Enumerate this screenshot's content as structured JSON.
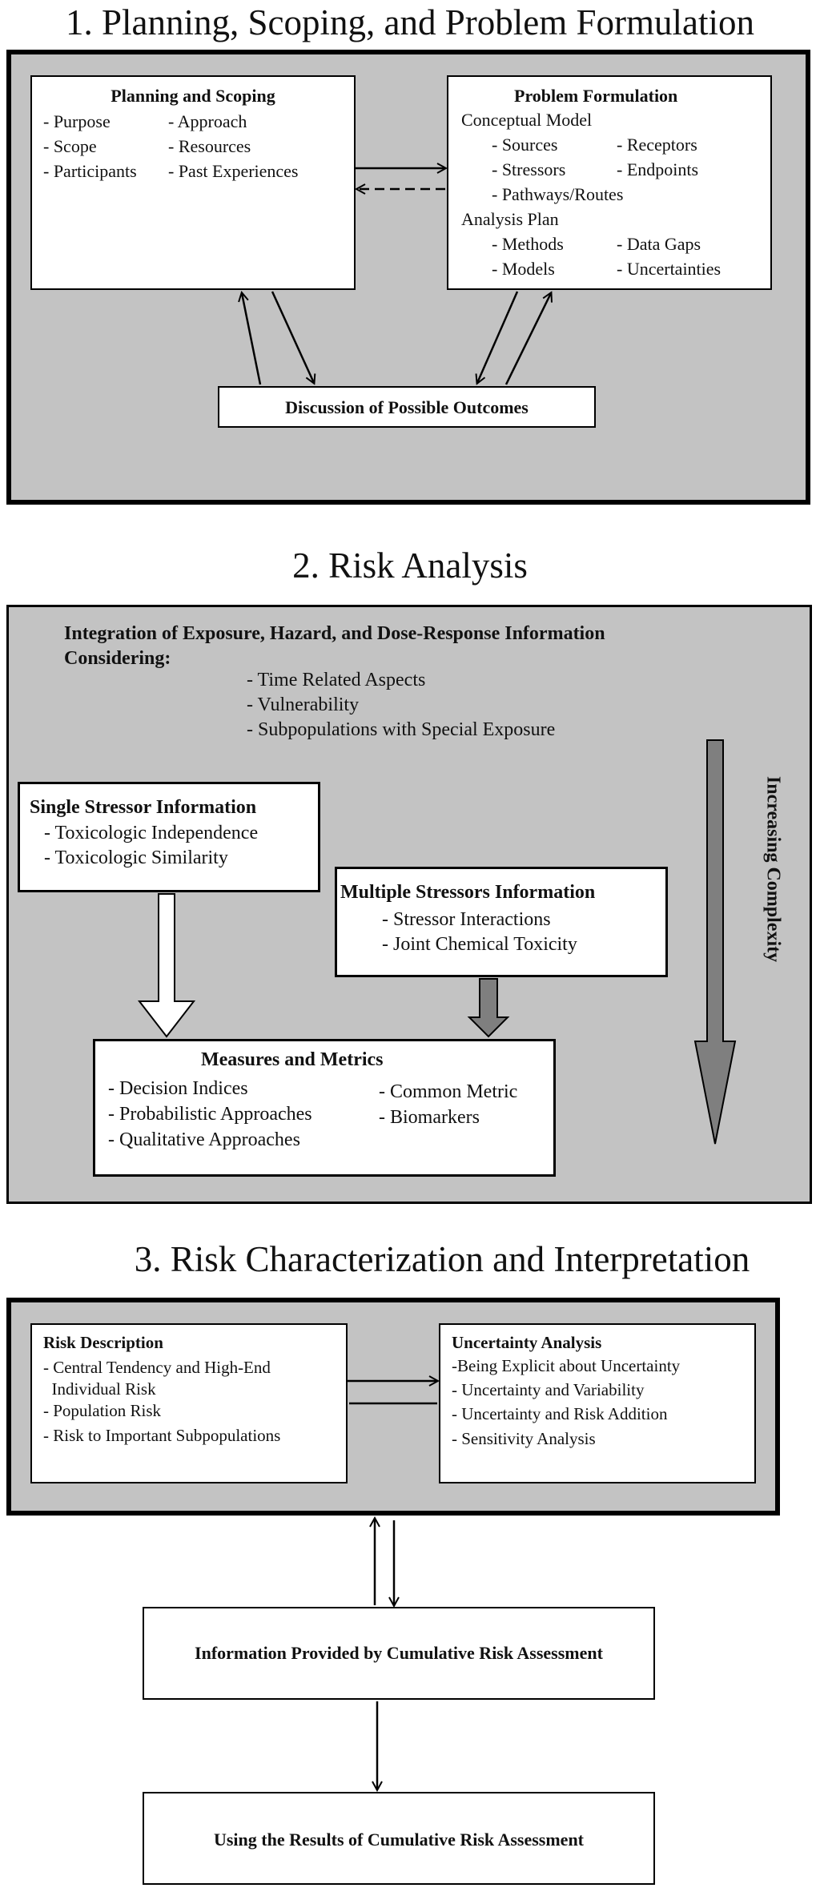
{
  "section1": {
    "heading": "1. Planning, Scoping, and Problem Formulation",
    "planning": {
      "title": "Planning and Scoping",
      "left_items": [
        "- Purpose",
        "- Scope",
        "- Participants"
      ],
      "right_items": [
        "- Approach",
        "- Resources",
        "- Past Experiences"
      ]
    },
    "problem": {
      "title": "Problem Formulation",
      "conceptual_label": "Conceptual Model",
      "conceptual_left": [
        "- Sources",
        "- Stressors",
        "- Pathways/Routes"
      ],
      "conceptual_right": [
        "- Receptors",
        "- Endpoints"
      ],
      "analysis_label": "Analysis Plan",
      "analysis_left": [
        "- Methods",
        "- Models"
      ],
      "analysis_right": [
        "- Data Gaps",
        "- Uncertainties"
      ]
    },
    "outcomes": "Discussion of Possible Outcomes"
  },
  "section2": {
    "heading": "2. Risk Analysis",
    "integration_line1": "Integration of Exposure, Hazard, and Dose-Response Information",
    "integration_line2": "Considering:",
    "considering_items": [
      "- Time Related Aspects",
      "- Vulnerability",
      "- Subpopulations with Special Exposure"
    ],
    "complexity_label": "Increasing Complexity",
    "single": {
      "title": "Single Stressor Information",
      "items": [
        "- Toxicologic Independence",
        "- Toxicologic Similarity"
      ]
    },
    "multiple": {
      "title": "Multiple Stressors Information",
      "items": [
        "- Stressor Interactions",
        "- Joint Chemical Toxicity"
      ]
    },
    "measures": {
      "title": "Measures and Metrics",
      "left_items": [
        "- Decision Indices",
        "- Probabilistic Approaches",
        "- Qualitative Approaches"
      ],
      "right_items": [
        "- Common Metric",
        "- Biomarkers"
      ]
    }
  },
  "section3": {
    "heading": "3. Risk Characterization and Interpretation",
    "risk_description": {
      "title": "Risk Description",
      "items": [
        "- Central Tendency and High-End",
        "  Individual Risk",
        "- Population Risk",
        "- Risk to Important Subpopulations"
      ]
    },
    "uncertainty": {
      "title": "Uncertainty Analysis",
      "items": [
        "-Being Explicit about Uncertainty",
        "- Uncertainty and Variability",
        "- Uncertainty and Risk Addition",
        "- Sensitivity Analysis"
      ]
    },
    "info_provided": "Information Provided by Cumulative Risk Assessment",
    "using_results": "Using the Results of Cumulative Risk Assessment"
  },
  "colors": {
    "panel": "#c3c3c3",
    "box": "#ffffff",
    "arrow_dark": "#7f7f7f"
  }
}
